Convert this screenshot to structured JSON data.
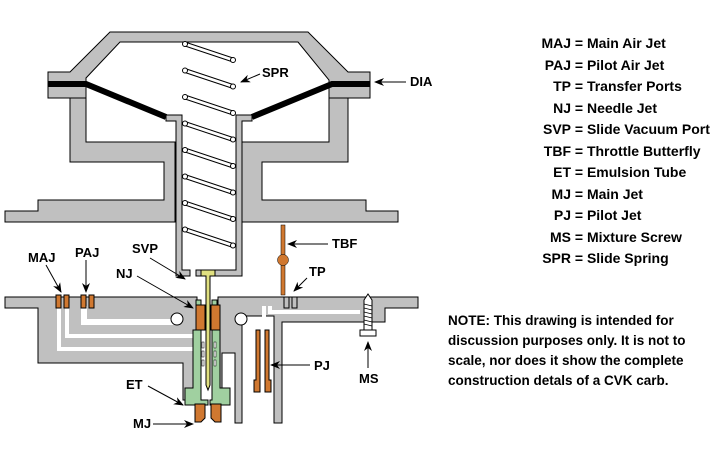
{
  "title": "CVK carburetor cross-section diagram",
  "colors": {
    "body": "#c0c0c0",
    "outline": "#000000",
    "diaphragm": "#000000",
    "jet_brass": "#d07830",
    "emulsion_tube": "#a0d0a0",
    "needle": "#e0e080",
    "background": "#ffffff"
  },
  "callouts": {
    "spr": "SPR",
    "dia": "DIA",
    "tbf": "TBF",
    "tp": "TP",
    "svp": "SVP",
    "maj": "MAJ",
    "paj": "PAJ",
    "nj": "NJ",
    "pj": "PJ",
    "et": "ET",
    "mj": "MJ",
    "ms": "MS"
  },
  "legend": [
    {
      "abbr": "MAJ",
      "meaning": "Main Air Jet"
    },
    {
      "abbr": "PAJ",
      "meaning": "Pilot Air Jet"
    },
    {
      "abbr": "TP",
      "meaning": "Transfer Ports"
    },
    {
      "abbr": "NJ",
      "meaning": "Needle Jet"
    },
    {
      "abbr": "SVP",
      "meaning": "Slide Vacuum Port"
    },
    {
      "abbr": "TBF",
      "meaning": "Throttle Butterfly"
    },
    {
      "abbr": "ET",
      "meaning": "Emulsion Tube"
    },
    {
      "abbr": "MJ",
      "meaning": "Main Jet"
    },
    {
      "abbr": "PJ",
      "meaning": "Pilot Jet"
    },
    {
      "abbr": "MS",
      "meaning": "Mixture Screw"
    },
    {
      "abbr": "SPR",
      "meaning": "Slide Spring"
    }
  ],
  "note": "NOTE:  This drawing is intended for discussion purposes only.  It is not to scale, nor does it show the complete construction detals of a CVK carb."
}
